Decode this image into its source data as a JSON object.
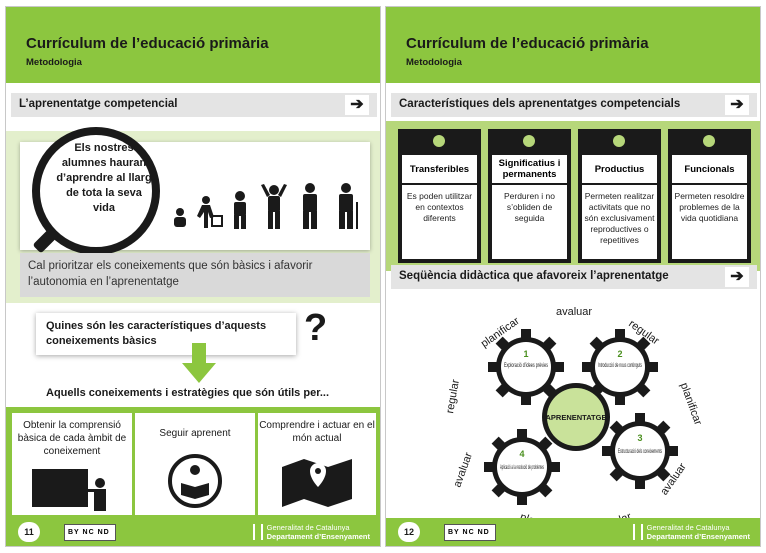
{
  "page1": {
    "title": "Currículum de l’educació primària",
    "subtitle": "Metodologia",
    "section_bar": "L’aprenentatge competencial",
    "lens_text": "Els nostres alumnes hauran d’aprendre al llarg de tota la seva vida",
    "note": "Cal prioritzar els coneixements que són bàsics i afavorir l’autonomia en l’aprenentatge",
    "question": "Quines són les característiques d’aquests coneixements bàsics",
    "question_mark": "?",
    "answer": "Aquells coneixements i estratègies que són útils per...",
    "columns": [
      {
        "text": "Obtenir la comprensió bàsica de cada àmbit de coneixement",
        "icon": "teacher-board-icon"
      },
      {
        "text": "Seguir aprenent",
        "icon": "reading-person-icon"
      },
      {
        "text": "Comprendre i actuar en el món actual",
        "icon": "map-location-icon"
      }
    ],
    "page_number": "11",
    "footer_cc": "BY NC ND",
    "footer_org_line1": "Generalitat de Catalunya",
    "footer_org_line2": "Departament d’Ensenyament"
  },
  "page2": {
    "title": "Currículum de l’educació primària",
    "subtitle": "Metodologia",
    "section_bar1": "Característiques dels aprenentatges competencials",
    "tags": [
      {
        "head": "Transferibles",
        "body": "Es poden utilitzar en contextos diferents"
      },
      {
        "head": "Significatius i permanents",
        "body": "Perduren i no s’obliden de seguida"
      },
      {
        "head": "Productius",
        "body": "Permeten realitzar activitats que no són exclusivament reproductives o repetitives"
      },
      {
        "head": "Funcionals",
        "body": "Permeten resoldre problemes de la vida quotidiana"
      }
    ],
    "section_bar2": "Seqüència didàctica que afavoreix l’aprenentatge",
    "center_gear": "APRENENTATGE",
    "gears": [
      {
        "num": "1",
        "text": "Exploració d’idees prèvies"
      },
      {
        "num": "2",
        "text": "Introducció de nous continguts"
      },
      {
        "num": "3",
        "text": "Estructuració dels coneixements"
      },
      {
        "num": "4",
        "text": "Aplicació a la resolució de problemes"
      }
    ],
    "cycle_words": [
      "avaluar",
      "regular",
      "planificar",
      "avaluar",
      "regular",
      "planificar",
      "avaluar",
      "regular",
      "planificar"
    ],
    "page_number": "12",
    "footer_cc": "BY NC ND",
    "footer_org_line1": "Generalitat de Catalunya",
    "footer_org_line2": "Departament d’Ensenyament"
  },
  "colors": {
    "green": "#8cc63f",
    "light_green": "#e3efcc",
    "dark": "#1a1a1a"
  }
}
